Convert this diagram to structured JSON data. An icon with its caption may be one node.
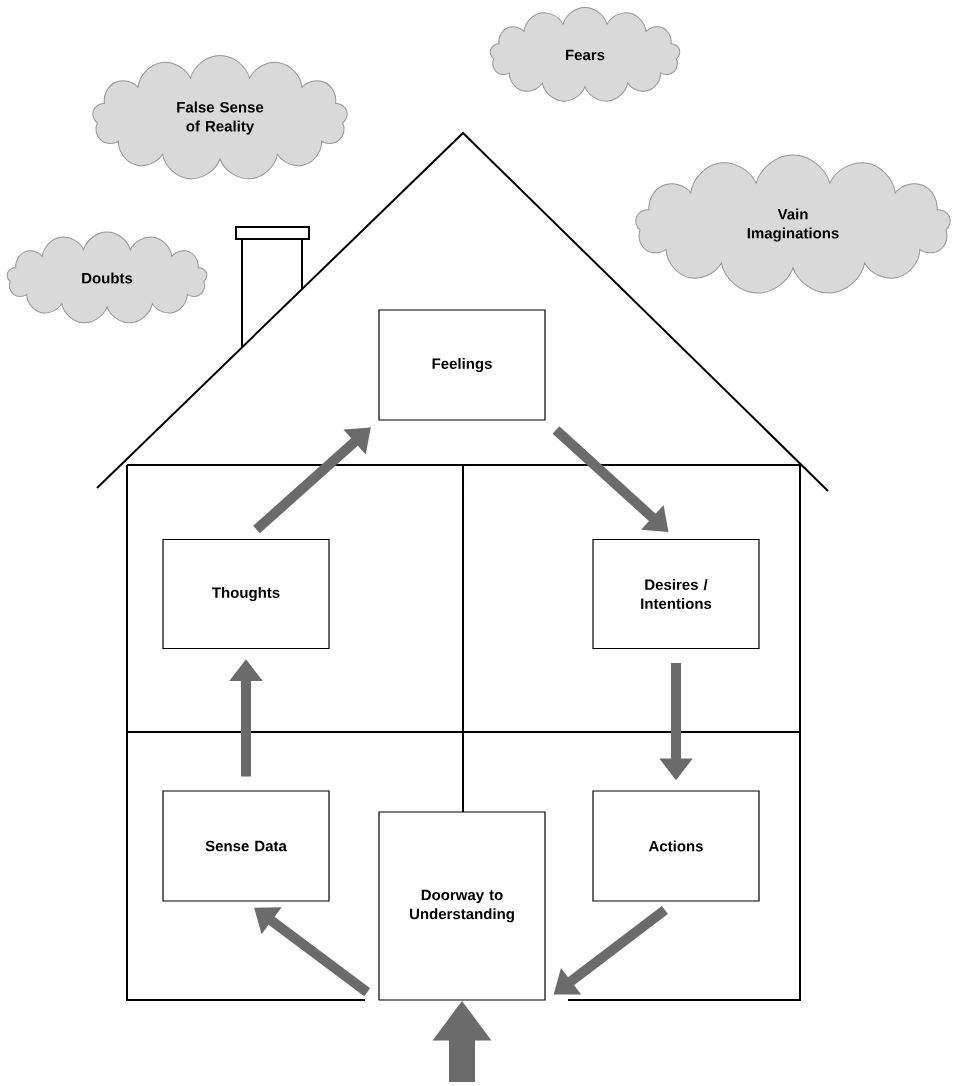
{
  "diagram": {
    "nodes": [
      {
        "text": [
          "Fears"
        ]
      },
      {
        "text": [
          "False Sense of Reality"
        ]
      },
      {
        "text": [
          "Vain Imaginations"
        ]
      },
      {
        "text": [
          "Doubts"
        ]
      },
      {
        "text": [
          "Feelings"
        ]
      },
      {
        "text": [
          "Thoughts"
        ]
      },
      {
        "text": [
          "Desires / Intentions"
        ]
      },
      {
        "text": [
          "Sense Data"
        ]
      },
      {
        "text": [
          "Doorway to Understanding"
        ]
      },
      {
        "text": [
          "Actions"
        ]
      }
    ],
    "edges": [
      {
        "from": 5,
        "to": 4,
        "arrow": "to"
      },
      {
        "from": 4,
        "to": 6,
        "arrow": "to"
      },
      {
        "from": 6,
        "to": 9,
        "arrow": "to"
      },
      {
        "from": 9,
        "to": 8,
        "arrow": "to"
      },
      {
        "from": 8,
        "to": 7,
        "arrow": "to"
      },
      {
        "from": 7,
        "to": 5,
        "arrow": "to"
      },
      {
        "from": null,
        "to": 8,
        "arrow": "to",
        "style": "thick"
      }
    ]
  }
}
